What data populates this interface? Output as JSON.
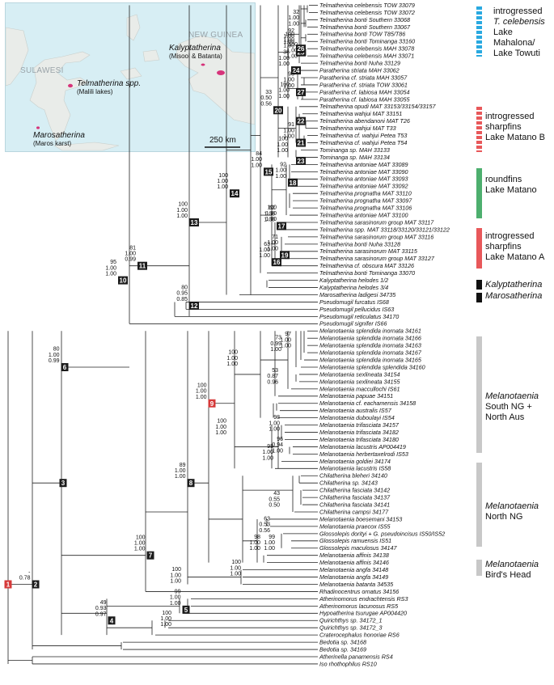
{
  "map": {
    "regions": [
      "SULAWESI",
      "NEW GUINEA"
    ],
    "labels": [
      {
        "name": "Kalyptatherina",
        "sub": "(Misool & Batanta)"
      },
      {
        "name": "Telmatherina spp.",
        "sub": "(Malili lakes)"
      },
      {
        "name": "Marosatherina",
        "sub": "(Maros karst)"
      }
    ],
    "scale": "250 km"
  },
  "tips": [
    "Telmatherina celebensis TOW 33079",
    "Telmatherina celebensis TOW 33072",
    "Telmatherina bonti Southern 33068",
    "Telmatherina bonti Southern 33067",
    "Telmatherina bonti TOW T85/T86",
    "Telmatherina bonti Tominanga 33160",
    "Telmatherina celebensis MAH 33078",
    "Telmatherina celebensis MAH 33071",
    "Telmatherina bonti Nuha 33129",
    "Paratherina striata MAH 33062",
    "Paratherina cf. striata MAH 33057",
    "Paratherina cf. striata TOW 33061",
    "Paratherina cf. labiosa MAH 33054",
    "Paratherina cf. labiosa MAH 33055",
    "Telmatherina opudi MAT 33153/33154/33157",
    "Telmatherina wahjui MAT 33151",
    "Telmatherina abendanoni MAT T26",
    "Telmatherina wahjui MAT T33",
    "Telmatherina cf. wahjui Petea T53",
    "Telmatherina cf. wahjui Petea T54",
    "Tominanga sp. MAH 33133",
    "Tominanga sp. MAH 33134",
    "Telmatherina antoniae MAT 33089",
    "Telmatherina antoniae MAT 33090",
    "Telmatherina antoniae MAT 33093",
    "Telmatherina antoniae MAT 33092",
    "Telmatherina prognatha MAT 33110",
    "Telmatherina prognatha MAT 33097",
    "Telmatherina prognatha MAT 33106",
    "Telmatherina antoniae MAT 33100",
    "Telmatherina sarasinorum group MAT 33117",
    "Telmatherina spp. MAT 33118/33120/33121/33122",
    "Telmatherina sarasinorum group MAT 33116",
    "Telmatherina bonti Nuha 33128",
    "Telmatherina sarasinorum MAT 33115",
    "Telmatherina sarasinorum group MAT 33127",
    "Telmatherina cf. obscura MAT 33126",
    "Telmatherina bonti Tominanga 33070",
    "Kalyptatherina helodes 1/2",
    "Kalyptatherina helodes 3/4",
    "Marosatherina ladigesi 34735",
    "Pseudomugil furcatus IS68",
    "Pseudomugil pellucidus IS63",
    "Pseudomugil reticulatus 34170",
    "Pseudomugil signifer IS66",
    "Melanotaenia splendida inornata 34161",
    "Melanotaenia splendida inornata 34166",
    "Melanotaenia splendida inornata 34163",
    "Melanotaenia splendida inornata 34167",
    "Melanotaenia splendida inornata 34165",
    "Melanotaenia splendida splendida 34160",
    "Melanotaenia sexlineata 34154",
    "Melanotaenia sexlineata 34155",
    "Melanotaenia maccullochi IS61",
    "Melanotaenia papuae 34151",
    "Melanotaenia cf. eachamensis 34158",
    "Melanotaenia australis IS57",
    "Melanotaenia duboulayi IS54",
    "Melanotaenia trifasciata 34157",
    "Melanotaenia trifasciata 34182",
    "Melanotaenia trifasciata 34180",
    "Melanotaenia lacustris AP004419",
    "Melanotaenia herbertaxelrodi IS53",
    "Melanotaenia goldiei 34174",
    "Melanotaenia lacustris IS58",
    "Chilatherina bleheri 34140",
    "Chilatherina sp. 34143",
    "Chilatherina fasciata 34142",
    "Chilatherina fasciata 34137",
    "Chilatherina fasciata 34141",
    "Chilatherina campsi 34177",
    "Melanotaenia boesemani 34153",
    "Melanotaenia praecox IS55",
    "Glossolepis dorityi + G. pseudoincisus IS50/IS52",
    "Glossolepis ramuensis IS51",
    "Glossolepis maculosus 34147",
    "Melanotaenia affinis 34138",
    "Melanotaenia affinis 34146",
    "Melanotaenia angfa 34148",
    "Melanotaenia angfa 34149",
    "Melanotaenia batanta 34535",
    "Rhadinocentrus ornatus 34156",
    "Atherinomorus endrachtensis RS3",
    "Atherinomorus lacunosus RS5",
    "Hypoatherina tsurugae AP004420",
    "Quirichthys sp. 34172_1",
    "Quirichthys sp. 34172_3",
    "Craterocephalus honoriae RS6",
    "Bedotia sp. 34168",
    "Bedotia sp. 34169",
    "Atherinella panamensis RS4",
    "Iso rhothophilus RS10"
  ],
  "nodes": [
    {
      "id": "1",
      "support": [
        "",
        "",
        ""
      ],
      "red": true
    },
    {
      "id": "2",
      "support": [
        "-",
        "0.78",
        ""
      ],
      "red": false
    },
    {
      "id": "3",
      "support": [
        "",
        "",
        ""
      ],
      "red": false
    },
    {
      "id": "4",
      "support": [
        "49",
        "0.93",
        "0.97"
      ],
      "red": false
    },
    {
      "id": "5",
      "support": [
        "99",
        "1.00",
        "1.00"
      ],
      "red": false
    },
    {
      "id": "6",
      "support": [
        "80",
        "1.00",
        "0.99"
      ],
      "red": false
    },
    {
      "id": "7",
      "support": [
        "100",
        "1.00",
        "1.00"
      ],
      "red": false
    },
    {
      "id": "8",
      "support": [
        "89",
        "1.00",
        "1.00"
      ],
      "red": false
    },
    {
      "id": "9",
      "support": [
        "100",
        "1.00",
        "1.00"
      ],
      "red": true
    },
    {
      "id": "10",
      "support": [
        "95",
        "1.00",
        "1.00"
      ],
      "red": false
    },
    {
      "id": "11",
      "support": [
        "81",
        "1.00",
        "0.99"
      ],
      "red": false
    },
    {
      "id": "12",
      "support": [
        "80",
        "0.95",
        "0.85"
      ],
      "red": false
    },
    {
      "id": "13",
      "support": [
        "100",
        "1.00",
        "1.00"
      ],
      "red": false
    },
    {
      "id": "14",
      "support": [
        "100",
        "1.00",
        "1.00"
      ],
      "red": false
    },
    {
      "id": "15",
      "support": [
        "84",
        "1.00",
        "1.00"
      ],
      "red": false
    },
    {
      "id": "16",
      "support": [
        "63",
        "1.00",
        "1.00"
      ],
      "red": false
    },
    {
      "id": "17",
      "support": [
        "62",
        "1.00",
        "1.00"
      ],
      "red": false
    },
    {
      "id": "18",
      "support": [
        "92",
        "1.00",
        "1.00"
      ],
      "red": false
    },
    {
      "id": "19",
      "support": [
        "71",
        "1.00",
        "1.00"
      ],
      "red": false
    },
    {
      "id": "20",
      "support": [
        "33",
        "0.50",
        "0.56"
      ],
      "red": false
    },
    {
      "id": "21",
      "support": [
        "91",
        "1.00",
        "1.00"
      ],
      "red": false
    },
    {
      "id": "22",
      "support": [
        "",
        "",
        ""
      ],
      "red": false
    },
    {
      "id": "23",
      "support": [
        "",
        "",
        ""
      ],
      "red": false
    },
    {
      "id": "24",
      "support": [
        "36",
        "1.00",
        "1.00"
      ],
      "red": false
    },
    {
      "id": "25",
      "support": [
        "100",
        "1.00",
        "1.00"
      ],
      "red": false
    },
    {
      "id": "26",
      "support": [
        "92",
        "1.00",
        "1.00"
      ],
      "red": false
    },
    {
      "id": "27",
      "support": [
        "93",
        "1.00",
        "1.00"
      ],
      "red": false
    }
  ],
  "extra_support": [
    [
      "32",
      "1.00",
      "1.00"
    ],
    [
      "100",
      "1.00",
      "1.00"
    ],
    [
      "100",
      "1.00",
      "1.00"
    ],
    [
      "100",
      "1.00",
      "1.00"
    ],
    [
      "100",
      "1.00",
      "1.00"
    ],
    [
      "53",
      "0.87",
      "0.96"
    ],
    [
      "73",
      "0.99",
      "1.00"
    ],
    [
      "97",
      "1.00",
      "1.00"
    ],
    [
      "98",
      "1.00",
      "1.00"
    ],
    [
      "98",
      "1.00",
      "1.00"
    ],
    [
      "96",
      "0.94",
      "1.00"
    ],
    [
      "63",
      "0.53",
      "0.56"
    ],
    [
      "43",
      "0.55",
      "0.50"
    ],
    [
      "98",
      "1.00",
      "1.00"
    ],
    [
      "99",
      "1.00",
      "1.00"
    ],
    [
      "100",
      "1.00",
      "1.00"
    ],
    [
      "100",
      "1.00",
      "1.00"
    ],
    [
      "100",
      "1.00",
      "1.00"
    ],
    [
      "100",
      "1.00",
      "1.00"
    ],
    [
      "100",
      "1.00",
      "1.00"
    ]
  ],
  "clades": [
    {
      "lines": [
        "introgressed",
        "T. celebensis",
        "Lake Mahalona/",
        "Lake Towuti"
      ],
      "italic_line": 1,
      "color": "#29a9e0",
      "style": "dashed"
    },
    {
      "lines": [
        "introgressed",
        "sharpfins",
        "Lake Matano B"
      ],
      "italic_line": -1,
      "color": "#e8585a",
      "style": "dashed"
    },
    {
      "lines": [
        "roundfins",
        "Lake Matano"
      ],
      "italic_line": -1,
      "color": "#4daf6e",
      "style": "solid"
    },
    {
      "lines": [
        "introgressed",
        "sharpfins",
        "Lake Matano A"
      ],
      "italic_line": -1,
      "color": "#e8585a",
      "style": "solid"
    },
    {
      "lines": [
        "Kalyptatherina"
      ],
      "italic_line": 0,
      "color": "#111111",
      "style": "solid"
    },
    {
      "lines": [
        "Marosatherina"
      ],
      "italic_line": 0,
      "color": "#111111",
      "style": "solid"
    },
    {
      "lines": [
        "Melanotaenia",
        "South NG +",
        "North Aus"
      ],
      "italic_line": 0,
      "color": "#c8c8c8",
      "style": "solid"
    },
    {
      "lines": [
        "Melanotaenia",
        "North NG"
      ],
      "italic_line": 0,
      "color": "#c8c8c8",
      "style": "solid"
    },
    {
      "lines": [
        "Melanotaenia",
        "Bird's Head"
      ],
      "italic_line": 0,
      "color": "#c8c8c8",
      "style": "solid"
    }
  ]
}
